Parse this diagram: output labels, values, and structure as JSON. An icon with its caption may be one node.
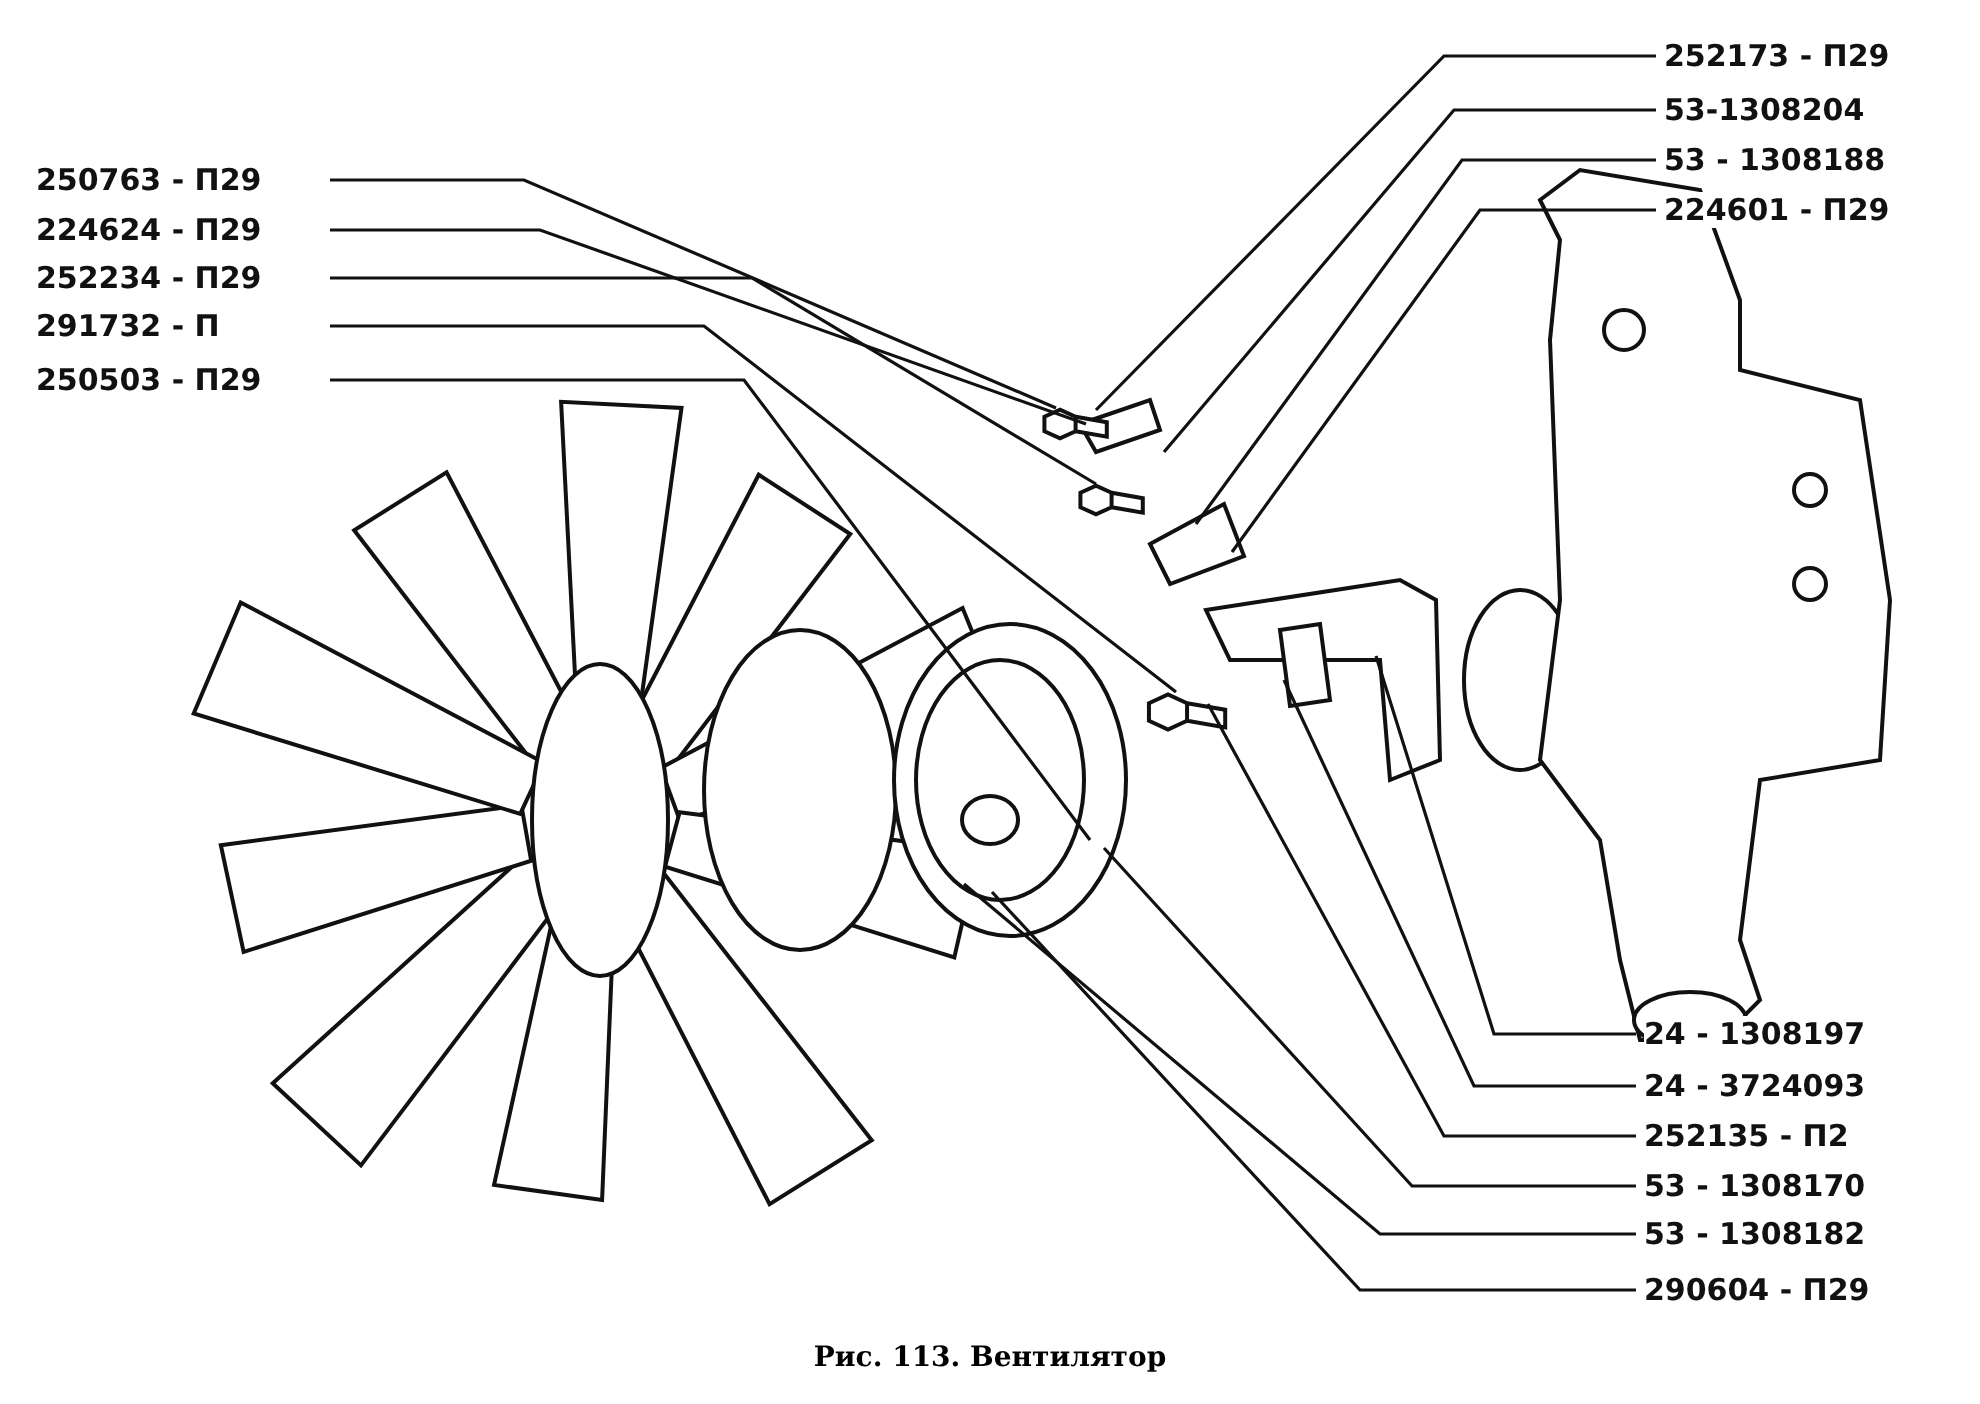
{
  "diagram": {
    "caption": "Рис. 113. Вентилятор",
    "nodes": [
      {
        "text": [
          "250763 - П29"
        ]
      },
      {
        "text": [
          "224624 - П29"
        ]
      },
      {
        "text": [
          "252234 - П29"
        ]
      },
      {
        "text": [
          "291732 - П"
        ]
      },
      {
        "text": [
          "250503 - П29"
        ]
      },
      {
        "text": [
          "252173 - П29"
        ]
      },
      {
        "text": [
          "53-1308204"
        ]
      },
      {
        "text": [
          "53 - 1308188"
        ]
      },
      {
        "text": [
          "224601 - П29"
        ]
      },
      {
        "text": [
          "24 - 1308197"
        ]
      },
      {
        "text": [
          "24 - 3724093"
        ]
      },
      {
        "text": [
          "252135 - П2"
        ]
      },
      {
        "text": [
          "53 - 1308170"
        ]
      },
      {
        "text": [
          "53 - 1308182"
        ]
      },
      {
        "text": [
          "290604 - П29"
        ]
      }
    ],
    "edges": [
      {
        "from": 0,
        "to": null,
        "arrow": "none"
      },
      {
        "from": 1,
        "to": null,
        "arrow": "none"
      },
      {
        "from": 2,
        "to": null,
        "arrow": "none"
      },
      {
        "from": 3,
        "to": null,
        "arrow": "none"
      },
      {
        "from": 4,
        "to": null,
        "arrow": "none"
      },
      {
        "from": 5,
        "to": null,
        "arrow": "none"
      },
      {
        "from": 6,
        "to": null,
        "arrow": "none"
      },
      {
        "from": 7,
        "to": null,
        "arrow": "none"
      },
      {
        "from": 8,
        "to": null,
        "arrow": "none"
      },
      {
        "from": 9,
        "to": null,
        "arrow": "none"
      },
      {
        "from": 10,
        "to": null,
        "arrow": "none"
      },
      {
        "from": 11,
        "to": null,
        "arrow": "none"
      },
      {
        "from": 12,
        "to": null,
        "arrow": "none"
      },
      {
        "from": 13,
        "to": null,
        "arrow": "none"
      },
      {
        "from": 14,
        "to": null,
        "arrow": "none"
      }
    ]
  }
}
